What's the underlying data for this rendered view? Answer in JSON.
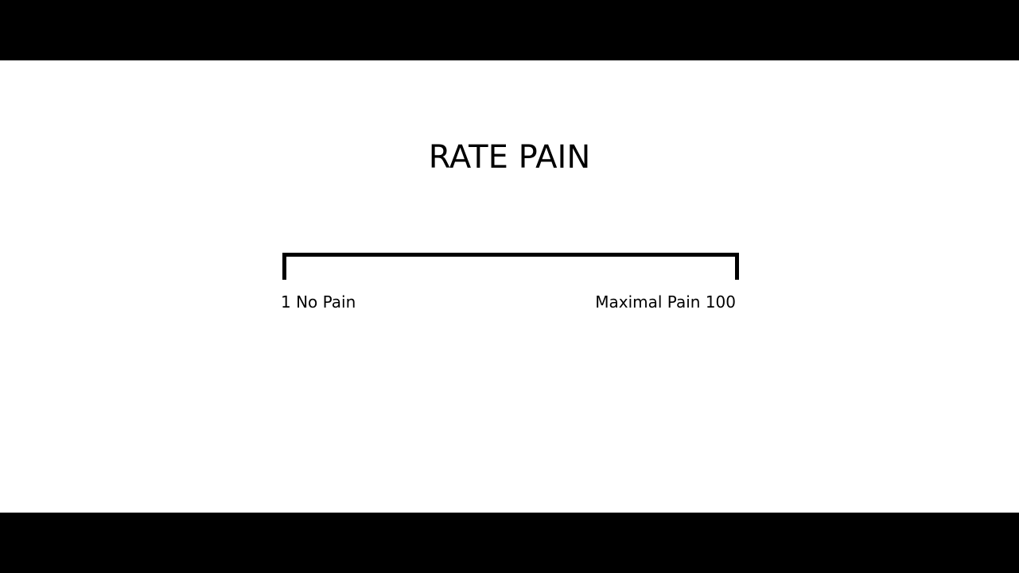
{
  "slide": {
    "title": "RATE PAIN",
    "scale": {
      "min_label": "1 No Pain",
      "max_label": "Maximal Pain 100"
    }
  },
  "colors": {
    "letterbox": "#000000",
    "background": "#ffffff",
    "foreground": "#000000"
  }
}
